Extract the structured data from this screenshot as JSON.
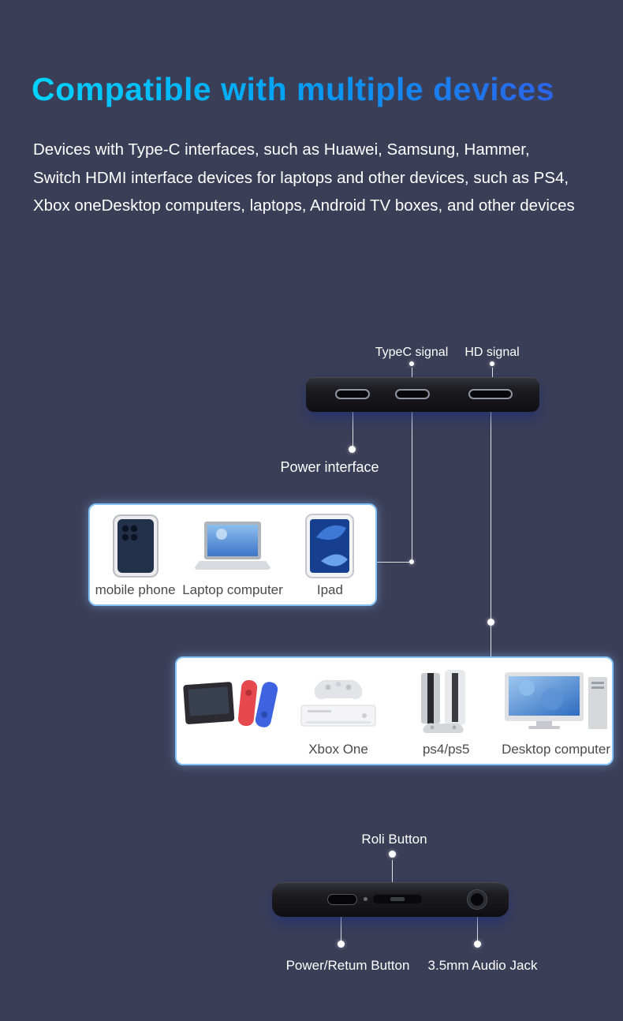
{
  "colors": {
    "background": "#3b3e57",
    "heading_gradient_start": "#00d4ff",
    "heading_gradient_end": "#2b63e8",
    "text": "#ffffff",
    "panel_border": "#85c2f6",
    "panel_label": "#4a4a4a"
  },
  "header": {
    "title": "Compatible with multiple devices",
    "description_lines": [
      "Devices with Type-C interfaces, such as Huawei, Samsung, Hammer,",
      "Switch HDMI interface devices for laptops and other devices, such as PS4,",
      "Xbox oneDesktop computers, laptops, Android TV boxes, and other devices"
    ]
  },
  "top_diagram": {
    "typec_label": "TypeC signal",
    "hd_label": "HD signal",
    "power_label": "Power interface"
  },
  "devices_panel_small": {
    "items": [
      {
        "name": "mobile-phone",
        "label": "mobile phone"
      },
      {
        "name": "laptop",
        "label": "Laptop computer"
      },
      {
        "name": "ipad",
        "label": "Ipad"
      }
    ]
  },
  "devices_panel_large": {
    "items": [
      {
        "name": "nintendo-switch",
        "label": ""
      },
      {
        "name": "xbox-one",
        "label": "Xbox One"
      },
      {
        "name": "ps4-ps5",
        "label": "ps4/ps5"
      },
      {
        "name": "desktop-computer",
        "label": "Desktop computer"
      }
    ]
  },
  "bottom_diagram": {
    "roli_label": "Roli Button",
    "power_return_label": "Power/Retum Button",
    "audio_label": "3.5mm Audio Jack"
  }
}
